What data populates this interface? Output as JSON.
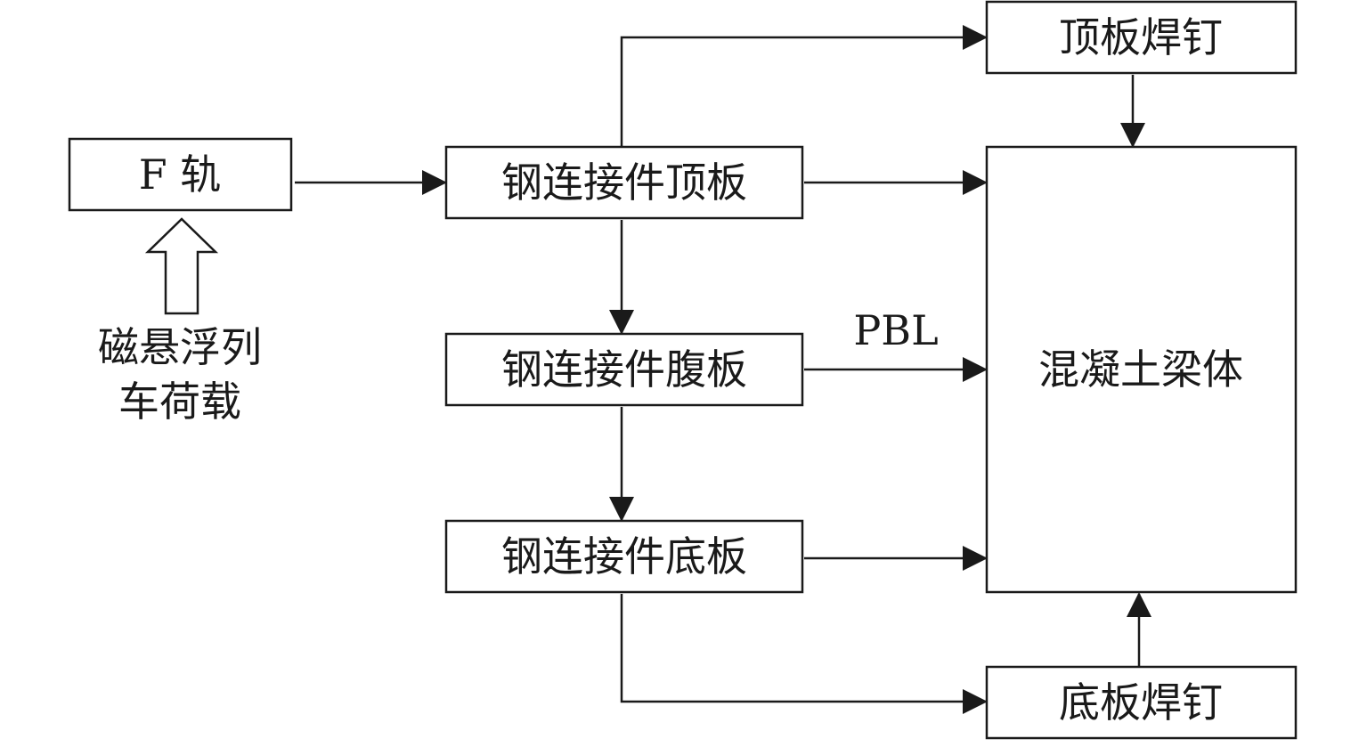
{
  "diagram": {
    "nodes": {
      "f_rail": "F 轨",
      "steel_top": "钢连接件顶板",
      "steel_web": "钢连接件腹板",
      "steel_bottom": "钢连接件底板",
      "top_studs": "顶板焊钉",
      "bottom_studs": "底板焊钉",
      "concrete_beam": "混凝土梁体"
    },
    "load_label_line1": "磁悬浮列",
    "load_label_line2": "车荷载",
    "web_link_label": "PBL"
  },
  "colors": {
    "stroke": "#1a1a1a",
    "background": "#ffffff"
  }
}
